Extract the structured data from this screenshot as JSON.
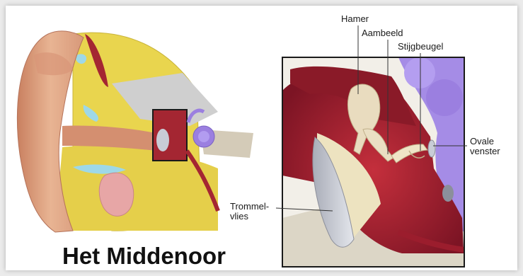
{
  "title": "Het Middenoor",
  "labels": {
    "hamer": "Hamer",
    "aambeeld": "Aambeeld",
    "stijgbeugel": "Stijgbeugel",
    "ovale_venster_line1": "Ovale",
    "ovale_venster_line2": "venster",
    "trommelvlies_line1": "Trommel-",
    "trommelvlies_line2": "vlies"
  },
  "colors": {
    "skin": "#e3a884",
    "bone": "#e8d64f",
    "tissue": "#9b1d2d",
    "cochlea": "#9b7fe0",
    "eardrum": "#c8ccd6"
  }
}
